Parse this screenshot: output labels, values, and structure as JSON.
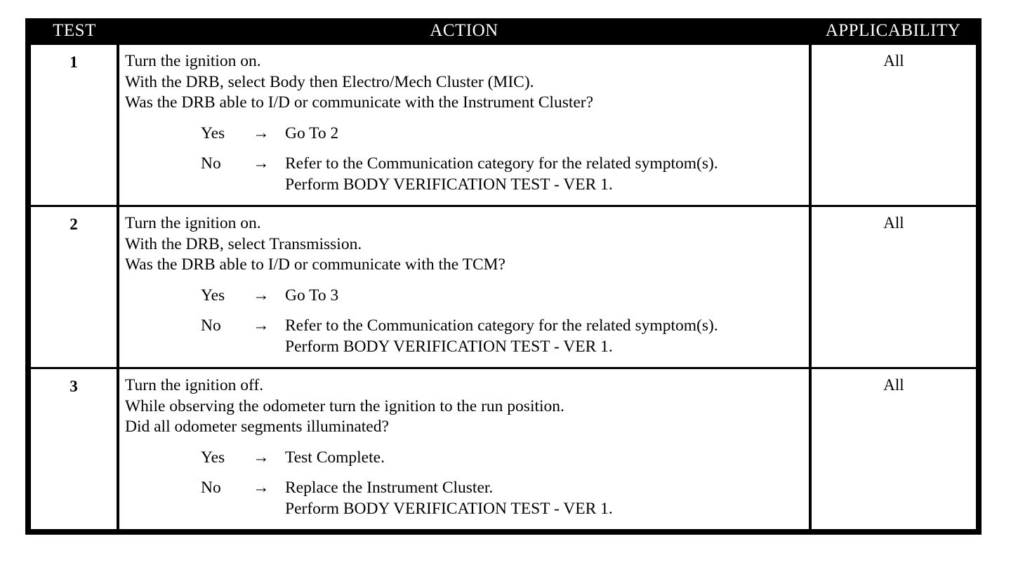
{
  "table": {
    "columns": [
      {
        "key": "test",
        "label": "TEST"
      },
      {
        "key": "action",
        "label": "ACTION"
      },
      {
        "key": "applicability",
        "label": "APPLICABILITY"
      }
    ],
    "arrow_glyph": "→",
    "rows": [
      {
        "test": "1",
        "applicability": "All",
        "statements": [
          "Turn the ignition on.",
          "With the DRB, select Body then Electro/Mech Cluster (MIC).",
          "Was the DRB able to I/D or communicate with the Instrument Cluster?"
        ],
        "branches": [
          {
            "label": "Yes",
            "arrow": "→",
            "lines": [
              "Go To   2"
            ]
          },
          {
            "label": "No",
            "arrow": "→",
            "lines": [
              "Refer to the Communication category for the related symptom(s).",
              "Perform BODY VERIFICATION TEST - VER 1."
            ]
          }
        ]
      },
      {
        "test": "2",
        "applicability": "All",
        "statements": [
          "Turn the ignition on.",
          "With the DRB, select Transmission.",
          "Was the DRB able to I/D or communicate with the TCM?"
        ],
        "branches": [
          {
            "label": "Yes",
            "arrow": "→",
            "lines": [
              "Go To   3"
            ]
          },
          {
            "label": "No",
            "arrow": "→",
            "lines": [
              "Refer to the Communication category for the related symptom(s).",
              "Perform BODY VERIFICATION TEST - VER 1."
            ]
          }
        ]
      },
      {
        "test": "3",
        "applicability": "All",
        "statements": [
          "Turn the ignition off.",
          "While observing the odometer turn the ignition to the run position.",
          "Did all odometer segments illuminated?"
        ],
        "branches": [
          {
            "label": "Yes",
            "arrow": "→",
            "lines": [
              "Test Complete."
            ]
          },
          {
            "label": "No",
            "arrow": "→",
            "lines": [
              "Replace the Instrument Cluster.",
              "Perform BODY VERIFICATION TEST - VER 1."
            ]
          }
        ]
      }
    ]
  },
  "colors": {
    "header_background": "#000000",
    "header_text": "#ffffff",
    "body_background": "#ffffff",
    "body_text": "#000000",
    "border": "#000000"
  }
}
